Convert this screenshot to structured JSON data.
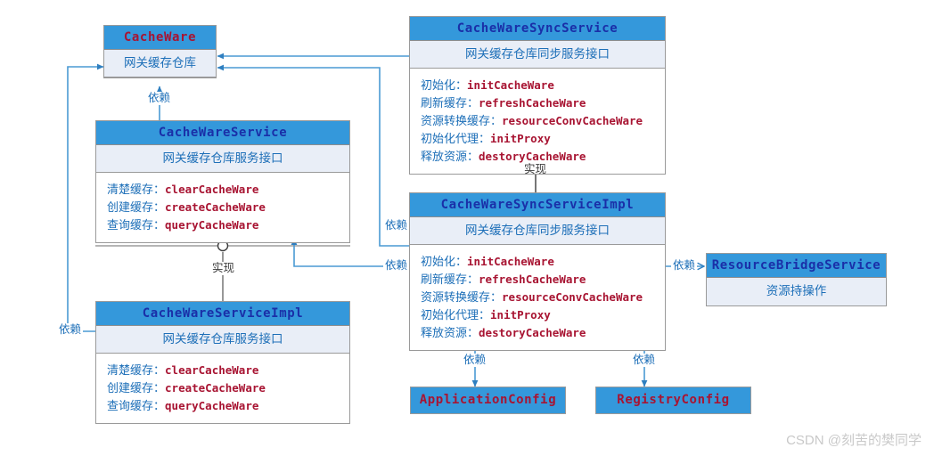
{
  "diagram": {
    "type": "uml-class-diagram",
    "colors": {
      "header_blue": "#3498db",
      "subtitle_blue": "#e9eef7",
      "title_red": "#a81432",
      "title_blue": "#1a2fa8",
      "label_blue": "#1d6fb8",
      "connector_blue": "#2f7fc0",
      "connector_gray": "#6b6b6b",
      "border_gray": "#9a9a9a"
    },
    "boxes": [
      {
        "id": "cacheware",
        "title": "CacheWare",
        "title_style": "red",
        "subtitle": "网关缓存仓库",
        "methods": []
      },
      {
        "id": "cachewareservice",
        "title": "CacheWareService",
        "title_style": "blue",
        "subtitle": "网关缓存仓库服务接口",
        "methods": [
          {
            "label": "清楚缓存：",
            "name": "clearCacheWare"
          },
          {
            "label": "创建缓存：",
            "name": "createCacheWare"
          },
          {
            "label": "查询缓存：",
            "name": "queryCacheWare"
          }
        ]
      },
      {
        "id": "cachewareserviceimpl",
        "title": "CacheWareServiceImpl",
        "title_style": "blue",
        "subtitle": "网关缓存仓库服务接口",
        "methods": [
          {
            "label": "清楚缓存：",
            "name": "clearCacheWare"
          },
          {
            "label": "创建缓存：",
            "name": "createCacheWare"
          },
          {
            "label": "查询缓存：",
            "name": "queryCacheWare"
          }
        ]
      },
      {
        "id": "cachewaresyncservice",
        "title": "CacheWareSyncService",
        "title_style": "blue",
        "subtitle": "网关缓存仓库同步服务接口",
        "methods": [
          {
            "label": "初始化：",
            "name": "initCacheWare"
          },
          {
            "label": "刷新缓存：",
            "name": "refreshCacheWare"
          },
          {
            "label": "资源转换缓存：",
            "name": "resourceConvCacheWare"
          },
          {
            "label": "初始化代理：",
            "name": "initProxy"
          },
          {
            "label": "释放资源：",
            "name": "destoryCacheWare"
          }
        ]
      },
      {
        "id": "cachewaresyncserviceimpl",
        "title": "CacheWareSyncServiceImpl",
        "title_style": "blue",
        "subtitle": "网关缓存仓库同步服务接口",
        "methods": [
          {
            "label": "初始化：",
            "name": "initCacheWare"
          },
          {
            "label": "刷新缓存：",
            "name": "refreshCacheWare"
          },
          {
            "label": "资源转换缓存：",
            "name": "resourceConvCacheWare"
          },
          {
            "label": "初始化代理：",
            "name": "initProxy"
          },
          {
            "label": "释放资源：",
            "name": "destoryCacheWare"
          }
        ]
      },
      {
        "id": "resourcebridgeservice",
        "title": "ResourceBridgeService",
        "title_style": "blue",
        "subtitle": "资源持操作",
        "methods": []
      },
      {
        "id": "applicationconfig",
        "title": "ApplicationConfig",
        "title_style": "red",
        "subtitle": "",
        "methods": []
      },
      {
        "id": "registryconfig",
        "title": "RegistryConfig",
        "title_style": "red",
        "subtitle": "",
        "methods": []
      }
    ],
    "edges": [
      {
        "id": "e1",
        "from": "cachewareservice",
        "to": "cacheware",
        "label": "依赖",
        "kind": "dependency"
      },
      {
        "id": "e2",
        "from": "cachewaresyncservice",
        "to": "cacheware",
        "label": "",
        "kind": "dependency"
      },
      {
        "id": "e3",
        "from": "cachewaresyncserviceimpl",
        "to": "cacheware",
        "label": "",
        "kind": "dependency"
      },
      {
        "id": "e4",
        "from": "cachewareserviceimpl",
        "to": "cacheware",
        "label": "依赖",
        "kind": "dependency"
      },
      {
        "id": "e5",
        "from": "cachewareserviceimpl",
        "to": "cachewareservice",
        "label": "实现",
        "kind": "realization"
      },
      {
        "id": "e6",
        "from": "cachewaresyncserviceimpl",
        "to": "cachewaresyncservice",
        "label": "实现",
        "kind": "realization"
      },
      {
        "id": "e7",
        "from": "cachewaresyncserviceimpl",
        "to": "cachewareservice",
        "label": "依赖",
        "kind": "dependency"
      },
      {
        "id": "e8",
        "from": "cachewaresyncserviceimpl",
        "to": "resourcebridgeservice",
        "label": "依赖",
        "kind": "dependency"
      },
      {
        "id": "e9",
        "from": "cachewaresyncserviceimpl",
        "to": "applicationconfig",
        "label": "依赖",
        "kind": "dependency"
      },
      {
        "id": "e10",
        "from": "cachewaresyncserviceimpl",
        "to": "registryconfig",
        "label": "依赖",
        "kind": "dependency"
      }
    ],
    "edge_labels": {
      "dep_cacheware_service": "依赖",
      "dep_impl_cacheware": "依赖",
      "impl_left": "实现",
      "impl_right": "实现",
      "dep_sync_mid_upper": "依赖",
      "dep_sync_mid_lower": "依赖",
      "dep_bridge": "依赖",
      "dep_appconfig": "依赖",
      "dep_regconfig": "依赖"
    },
    "watermark": "CSDN @刻苦的樊同学"
  }
}
